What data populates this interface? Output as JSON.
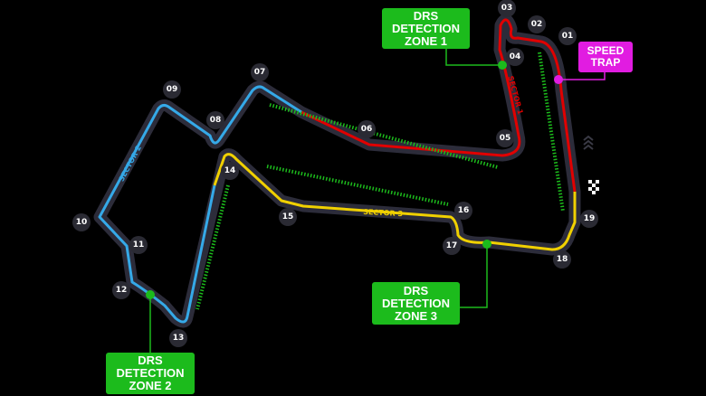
{
  "colors": {
    "background": "#000000",
    "track_base": "#2c2c3a",
    "sector1": "#e00000",
    "sector2": "#35a9e8",
    "sector3": "#f0d000",
    "drs": "#1cbb1c",
    "speed_trap": "#e11ce1",
    "turn_badge": "#2a2a33"
  },
  "sectors": [
    {
      "label": "SECTOR 1",
      "color": "#e00000"
    },
    {
      "label": "SECTOR 2",
      "color": "#35a9e8"
    },
    {
      "label": "SECTOR 3",
      "color": "#f0d000"
    }
  ],
  "turns": [
    "01",
    "02",
    "03",
    "04",
    "05",
    "06",
    "07",
    "08",
    "09",
    "10",
    "11",
    "12",
    "13",
    "14",
    "15",
    "16",
    "17",
    "18",
    "19"
  ],
  "drs_zones": [
    {
      "line1": "DRS",
      "line2": "DETECTION",
      "line3": "ZONE 1"
    },
    {
      "line1": "DRS",
      "line2": "DETECTION",
      "line3": "ZONE 2"
    },
    {
      "line1": "DRS",
      "line2": "DETECTION",
      "line3": "ZONE 3"
    }
  ],
  "speed_trap": {
    "line1": "SPEED",
    "line2": "TRAP"
  },
  "icons": {
    "finish": "chequered-flag-icon",
    "direction": "direction-chevrons-icon"
  }
}
